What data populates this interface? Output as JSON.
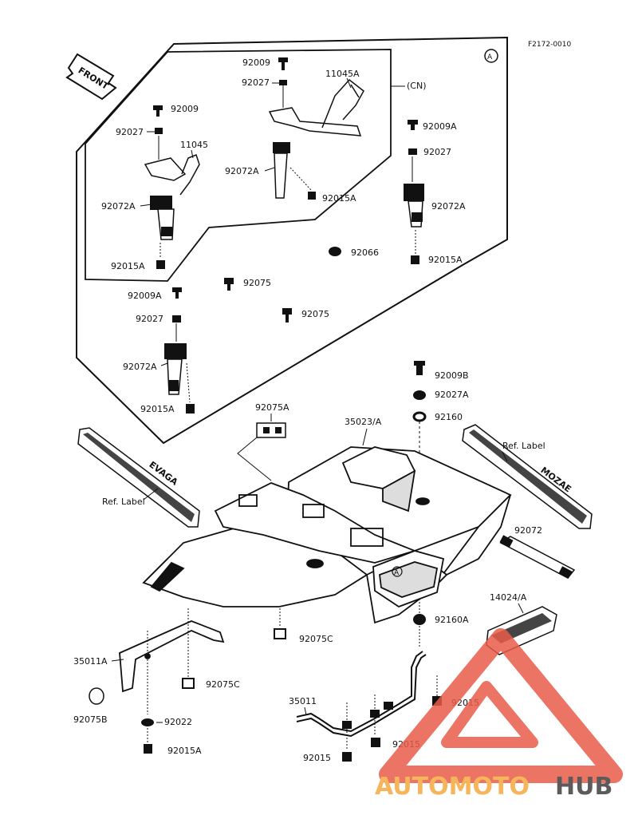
{
  "diagram": {
    "code": "F2172-0010",
    "front_arrow": "FRONT",
    "circle_marker": "A",
    "cn_label": "(CN)",
    "callouts": {
      "p92009": "92009",
      "p92027_top": "92027",
      "p11045A": "11045A",
      "p92009_left": "92009",
      "p92027_left": "92027",
      "p11045": "11045",
      "p92072A_mid": "92072A",
      "p92015A_mid": "92015A",
      "p92072A_left": "92072A",
      "p92015A_left": "92015A",
      "p92009A_right": "92009A",
      "p92027_right": "92027",
      "p92072A_right": "92072A",
      "p92015A_right": "92015A",
      "p92066": "92066",
      "p92075_a": "92075",
      "p92075_b": "92075",
      "p92009A_low": "92009A",
      "p92027_low": "92027",
      "p92072A_low": "92072A",
      "p92015A_low": "92015A",
      "p92009B": "92009B",
      "p92027A": "92027A",
      "p92160": "92160",
      "p92075A": "92075A",
      "p35023A": "35023/A",
      "ref_label_left": "Ref. Label",
      "ref_label_right": "Ref. Label",
      "p92072": "92072",
      "p92160A": "92160A",
      "p14024A": "14024/A",
      "p92075C_center": "92075C",
      "p35011A": "35011A",
      "p92075C_bracket": "92075C",
      "p92075B": "92075B",
      "p92022": "92022",
      "p92015A_bottom": "92015A",
      "p35011": "35011",
      "p92015_right": "92015",
      "p92015_mid": "92015",
      "p92015_bottom": "92015"
    },
    "decal_left": "EVAGA",
    "decal_right": "MOZAE"
  },
  "watermark": {
    "brand_part1": "AUTOMOTO",
    "brand_part2": "HUB",
    "triangle_color": "#e85c4a",
    "text_color_1": "#f6b55a",
    "text_color_2": "#5b5b5b"
  }
}
